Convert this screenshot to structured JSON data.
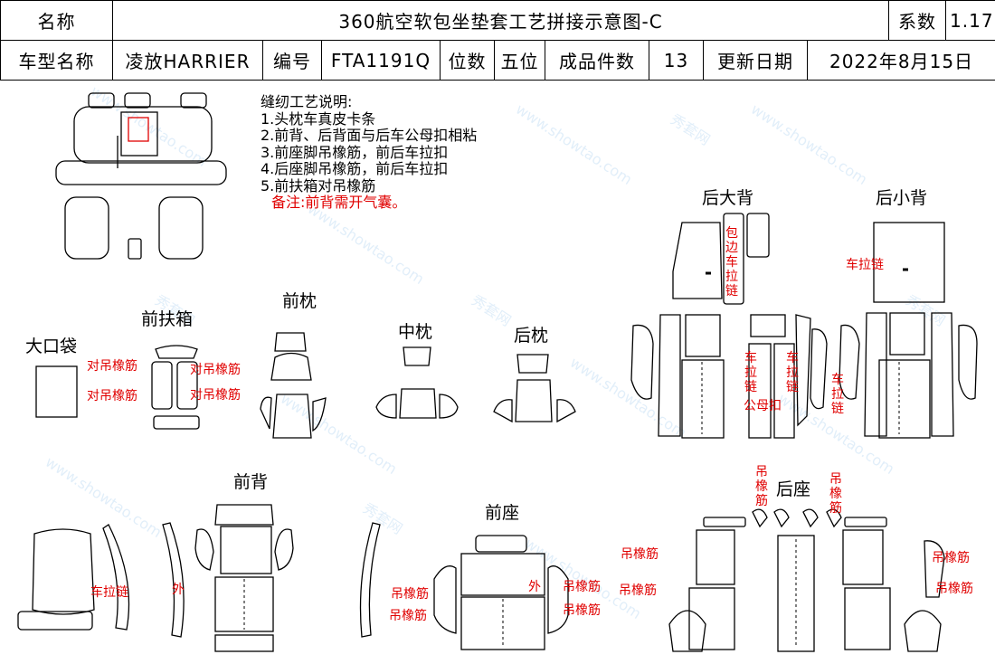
{
  "header": {
    "row1": {
      "name_label": "名称",
      "title": "360航空软包坐垫套工艺拼接示意图-C",
      "coef_label": "系数",
      "coef_value": "1.17"
    },
    "row2": {
      "model_label": "车型名称",
      "model_value": "凌放HARRIER",
      "code_label": "编号",
      "code_value": "FTA1191Q",
      "seats_label": "位数",
      "seats_value": "五位",
      "pieces_label": "成品件数",
      "pieces_value": "13",
      "date_label": "更新日期",
      "date_value": "2022年8月15日"
    }
  },
  "notes": {
    "title": "缝纫工艺说明:",
    "items": [
      "1.头枕车真皮卡条",
      "2.前背、后背面与后车公母扣相粘",
      "3.前座脚吊橡筋，前后车拉扣",
      "4.后座脚吊橡筋，前后车拉扣",
      "5.前扶箱对吊橡筋"
    ],
    "remark": "备注:前背需开气囊。"
  },
  "sections": {
    "big_pocket": "大口袋",
    "front_armrest": "前扶箱",
    "front_headrest": "前枕",
    "middle_headrest": "中枕",
    "rear_headrest": "后枕",
    "rear_big_back": "后大背",
    "rear_small_back": "后小背",
    "front_back": "前背",
    "front_seat": "前座",
    "rear_seat": "后座"
  },
  "annotations": {
    "hang_elastic_pair": "对吊橡筋",
    "hang_elastic": "吊橡筋",
    "zipper": "车拉链",
    "edge_zipper": "包边车拉链",
    "male_female_button": "公母扣",
    "outer": "外"
  },
  "watermark": {
    "brand_cn": "秀套网",
    "brand_url": "www.showtao.com"
  },
  "colors": {
    "annotation_red": "#e00000",
    "line": "#000000",
    "watermark": "#7ab6e8"
  }
}
